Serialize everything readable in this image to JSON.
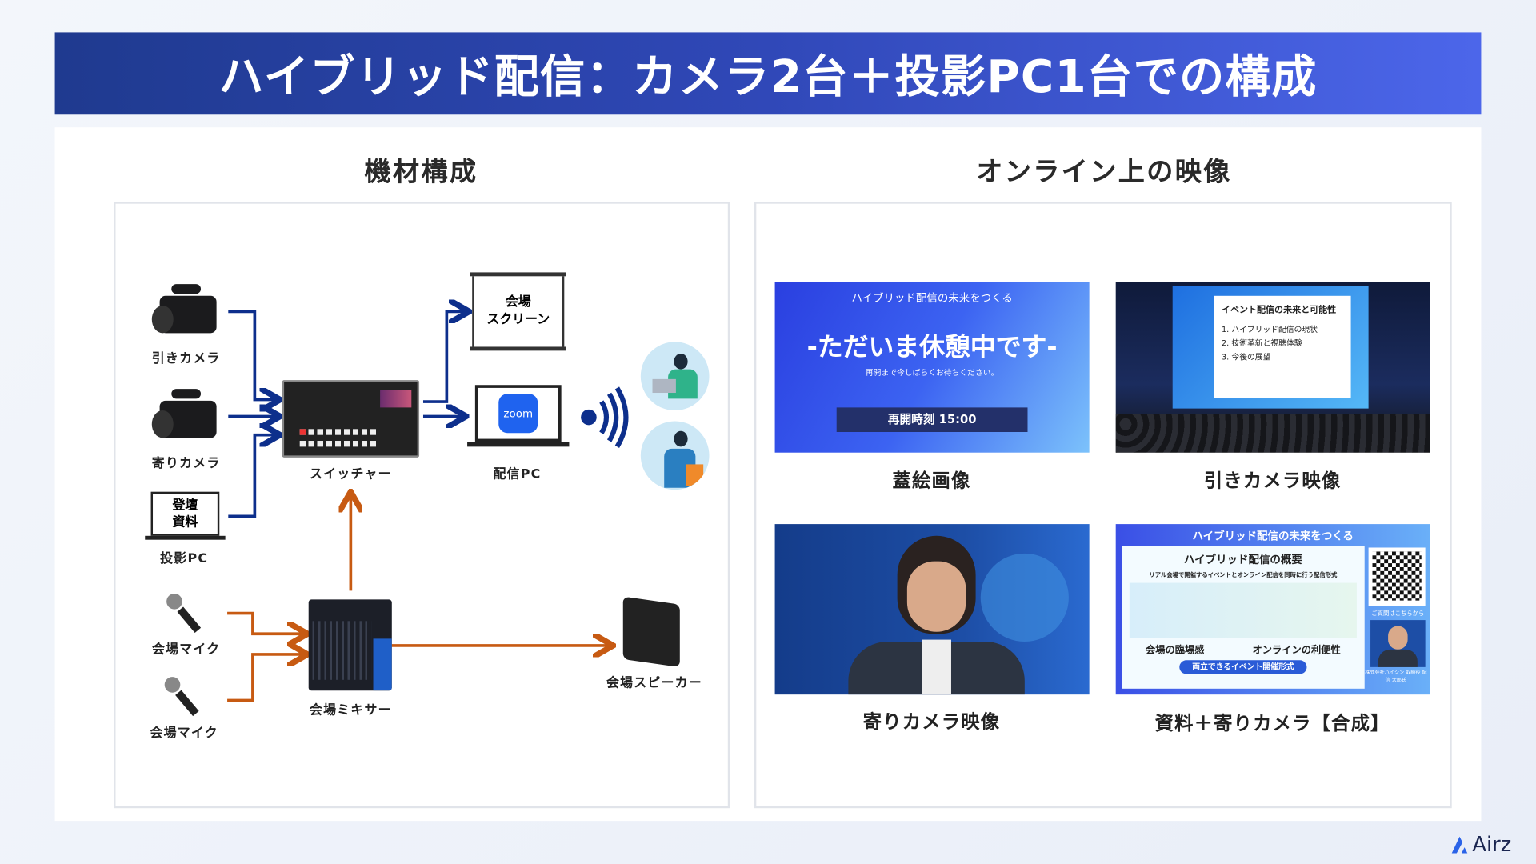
{
  "title": "ハイブリッド配信：カメラ2台＋投影PC1台での構成",
  "left": {
    "heading": "機材構成",
    "devices": {
      "camera_wide": "引きカメラ",
      "camera_close": "寄りカメラ",
      "projection_pc": "投影PC",
      "projection_pc_screen": [
        "登壇",
        "資料"
      ],
      "switcher": "スイッチャー",
      "venue_screen": [
        "会場",
        "スクリーン"
      ],
      "streaming_pc": "配信PC",
      "zoom_logo": "zoom",
      "mic1": "会場マイク",
      "mic2": "会場マイク",
      "mixer": "会場ミキサー",
      "speaker": "会場スピーカー"
    },
    "colors": {
      "video_line": "#0d2f8c",
      "audio_line": "#c75a12"
    }
  },
  "right": {
    "heading": "オンライン上の映像",
    "thumbs": [
      {
        "label": "蓋絵画像",
        "top": "ハイブリッド配信の未来をつくる",
        "main": "-ただいま休憩中です-",
        "sub": "再開まで今しばらくお待ちください。",
        "bar": "再開時刻 15:00"
      },
      {
        "label": "引きカメラ映像",
        "slide_title": "イベント配信の未来と可能性",
        "slide_items": [
          "1. ハイブリッド配信の現状",
          "2. 技術革新と視聴体験",
          "3. 今後の展望"
        ]
      },
      {
        "label": "寄りカメラ映像"
      },
      {
        "label": "資料＋寄りカメラ【合成】",
        "top": "ハイブリッド配信の未来をつくる",
        "doc_title": "ハイブリッド配信の概要",
        "doc_sub": "リアル会場で開催するイベントとオンライン配信を同時に行う配信形式",
        "left_caption": "会場の臨場感",
        "right_caption": "オンラインの利便性",
        "footer": "両立できるイベント開催形式",
        "qr_caption": "ご質問はこちらから",
        "speaker_caption": "株式会社ハイシン 取締役 配信 太郎氏"
      }
    ]
  },
  "brand": "Airz"
}
